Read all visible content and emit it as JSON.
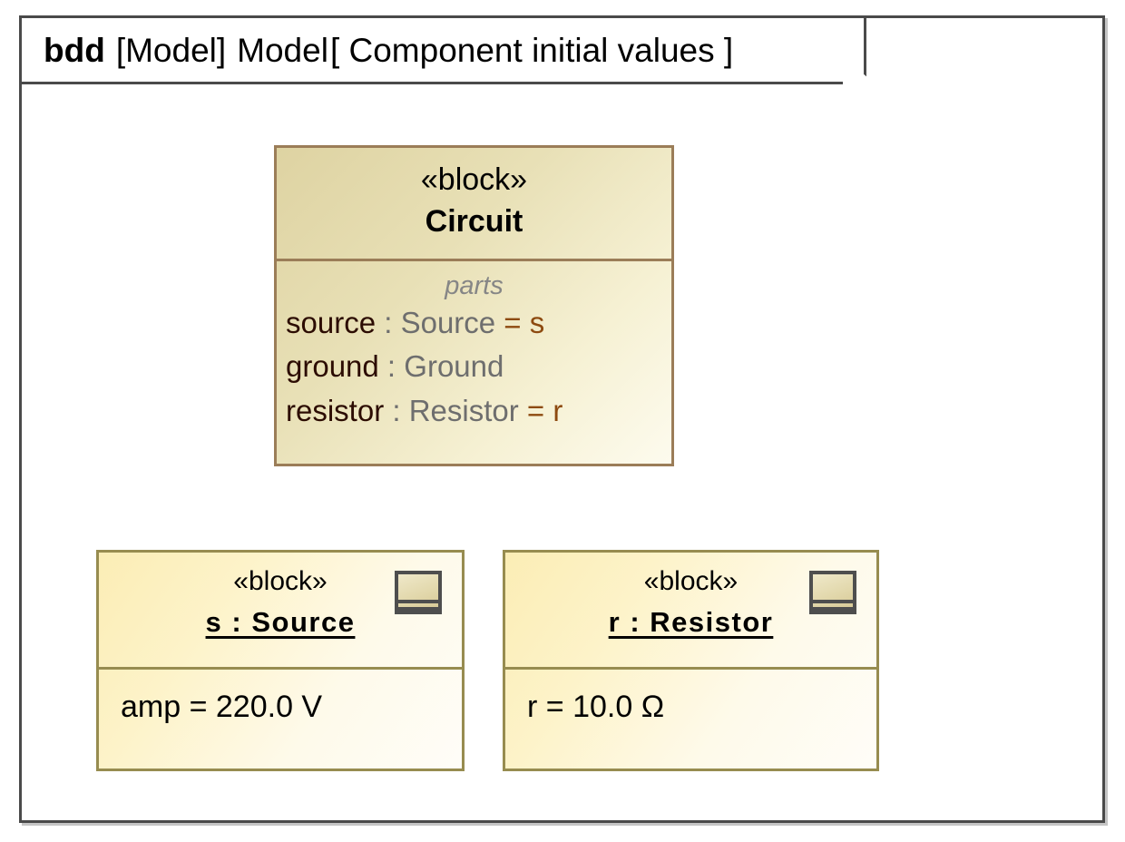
{
  "frame": {
    "kind": "bdd",
    "scope": "[Model]",
    "name": "Model",
    "label": "[ Component initial values ]"
  },
  "blocks": {
    "circuit": {
      "stereotype": "«block»",
      "name": "Circuit",
      "compartment_label": "parts",
      "parts": [
        {
          "name": "source",
          "sep": " : ",
          "type": "Source",
          "eq": " = ",
          "value": "s"
        },
        {
          "name": "ground",
          "sep": " : ",
          "type": "Ground",
          "eq": "",
          "value": ""
        },
        {
          "name": "resistor",
          "sep": " : ",
          "type": "Resistor",
          "eq": " = ",
          "value": "r"
        }
      ]
    },
    "source_instance": {
      "stereotype": "«block»",
      "name": "s : Source",
      "icon": "block-icon",
      "slot": "amp = 220.0 V"
    },
    "resistor_instance": {
      "stereotype": "«block»",
      "name": "r : Resistor",
      "icon": "block-icon",
      "slot": "r = 10.0 Ω"
    }
  },
  "colors": {
    "frame_border": "#4a4a4a",
    "definition_block_border": "#9b7d58",
    "definition_block_fill": "#e0d8ac",
    "instance_block_border": "#978c50",
    "instance_block_fill": "#fdf0bd",
    "part_name": "#2c0c02",
    "part_type": "#6e6e6e",
    "part_value": "#8d4a10",
    "compartment_label": "#868686"
  }
}
